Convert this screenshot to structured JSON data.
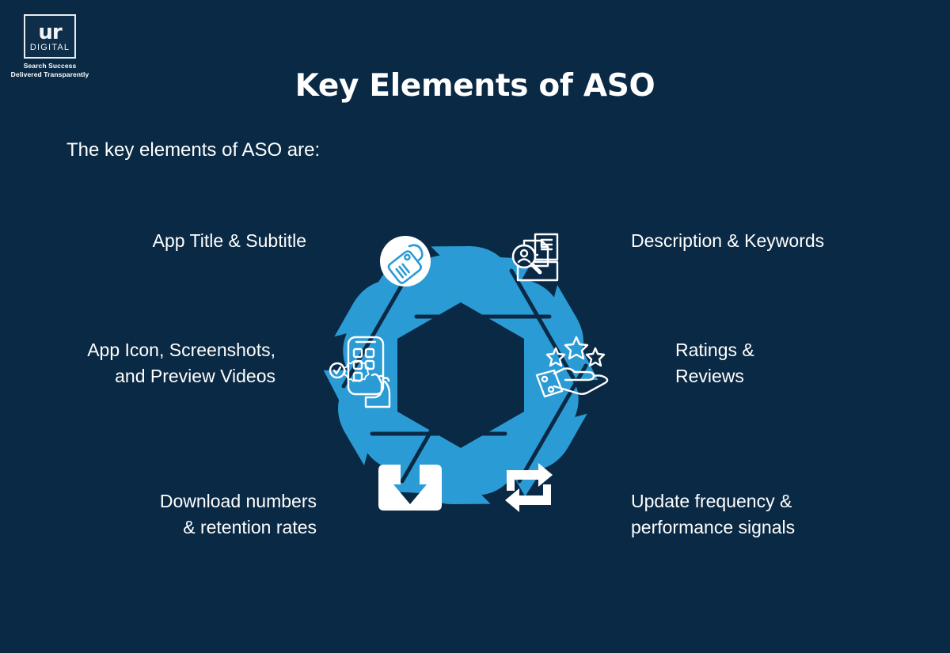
{
  "background_color": "#0a2944",
  "accent_color": "#2b9bd6",
  "text_color": "#ffffff",
  "logo": {
    "mark_primary": "ur",
    "mark_secondary": "DIGITAL",
    "tagline_line1": "Search Success",
    "tagline_line2": "Delivered Transparently"
  },
  "header": {
    "title": "Key Elements of ASO",
    "subtitle": "The key elements of ASO are:"
  },
  "diagram": {
    "type": "hexagonal-cycle",
    "segment_count": 6,
    "segments": [
      {
        "position": "top-left",
        "label": "App Title & Subtitle",
        "icon": "price-tag-icon",
        "icon_style": "white-circle-badge"
      },
      {
        "position": "top-right",
        "label": "Description & Keywords",
        "icon": "search-documents-icon",
        "icon_style": "line-art"
      },
      {
        "position": "right",
        "label": "Ratings &\nReviews",
        "icon": "hand-holding-stars-icon",
        "icon_style": "line-art"
      },
      {
        "position": "bottom-right",
        "label": "Update frequency &\nperformance signals",
        "icon": "repeat-loop-icon",
        "icon_style": "solid"
      },
      {
        "position": "bottom-left",
        "label": "Download numbers\n& retention rates",
        "icon": "download-arrow-icon",
        "icon_style": "solid"
      },
      {
        "position": "left",
        "label": "App Icon, Screenshots,\nand Preview Videos",
        "icon": "mobile-app-gear-icon",
        "icon_style": "line-art"
      }
    ]
  }
}
